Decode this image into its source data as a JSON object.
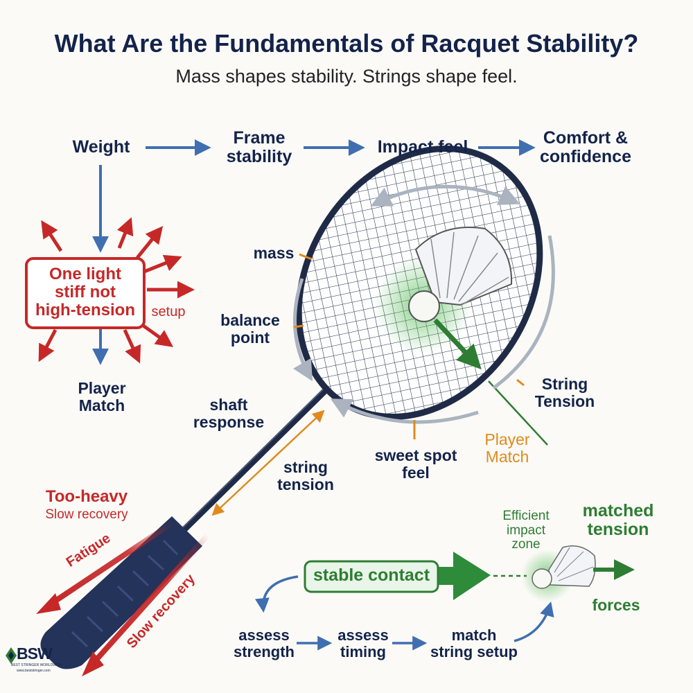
{
  "header": {
    "title": "What Are the Fundamentals of Racquet Stability?",
    "subtitle": "Mass shapes stability. Strings shape feel."
  },
  "flow_top": {
    "weight": "Weight",
    "frame_stability": "Frame\nstability",
    "impact_feel": "Impact feel",
    "comfort": "Comfort &\nconfidence"
  },
  "warning_box": {
    "label": "One light\nstiff not\nhigh-tension",
    "setup": "setup",
    "player_match": "Player\nMatch"
  },
  "racquet_labels": {
    "mass": "mass",
    "balance_point": "balance\npoint",
    "shaft_response": "shaft\nresponse",
    "string_tension_lower": "string\ntension",
    "sweet_spot_feel": "sweet spot\nfeel",
    "string_tension_right": "String\nTension",
    "player_match": "Player\nMatch"
  },
  "heavy": {
    "too_heavy": "Too-heavy",
    "slow_recovery": "Slow recovery",
    "fatigue": "Fatigue",
    "slow_recovery_arrow": "Slow recovery"
  },
  "bottom_flow": {
    "efficient_zone": "Efficient\nimpact\nzone",
    "matched_tension": "matched\ntension",
    "stable_contact": "stable contact",
    "forces": "forces",
    "assess_strength": "assess\nstrength",
    "assess_timing": "assess\ntiming",
    "match_string_setup": "match\nstring setup"
  },
  "logo": {
    "text": "BSW",
    "tagline": "BEST STRINGER WORLDWIDE",
    "url": "www.beststringer.com"
  },
  "colors": {
    "navy": "#13234a",
    "blue_arrow": "#3f6fb0",
    "red": "#c62828",
    "green": "#2e7d32",
    "orange": "#e08a1e",
    "gray_arc": "#aab3bf"
  }
}
